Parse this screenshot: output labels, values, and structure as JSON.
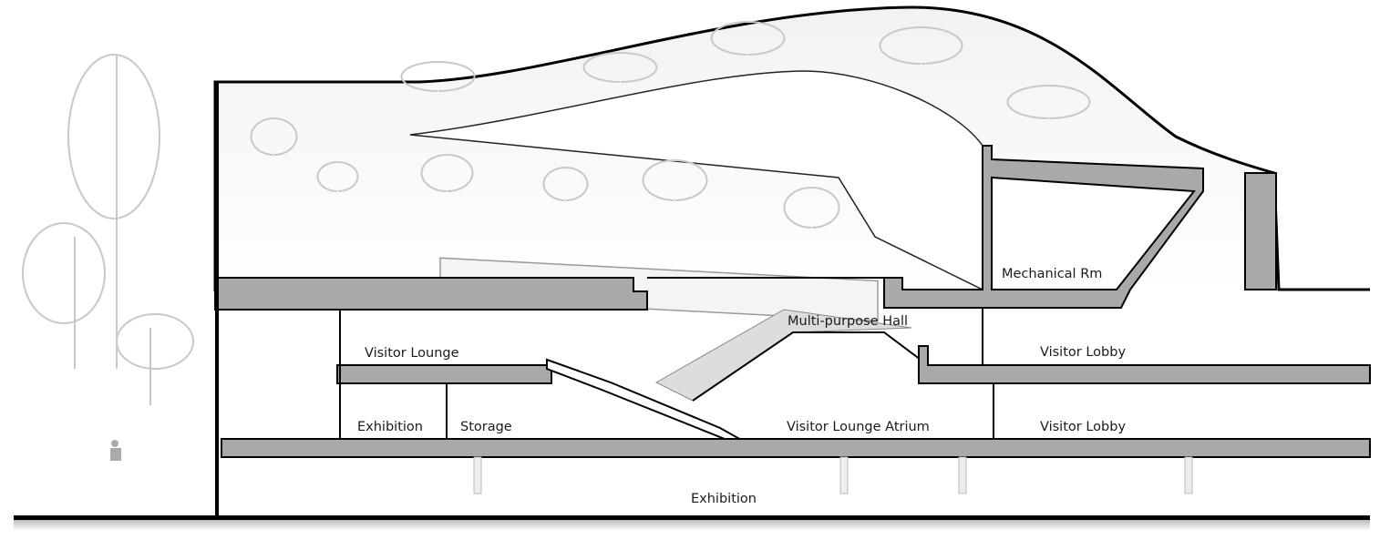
{
  "labels": {
    "visitor_lounge": "Visitor Lounge",
    "multipurpose_hall": "Multi-purpose Hall",
    "mechanical_rm": "Mechanical Rm",
    "visitor_lobby_upper": "Visitor Lobby",
    "exhibition_left": "Exhibition",
    "storage": "Storage",
    "visitor_lounge_atrium": "Visitor Lounge Atrium",
    "visitor_lobby_lower": "Visitor Lobby",
    "exhibition_basement": "Exhibition"
  },
  "colors": {
    "slab": "#a9a9a9",
    "line": "#000000",
    "tree": "#c8c8c8"
  }
}
